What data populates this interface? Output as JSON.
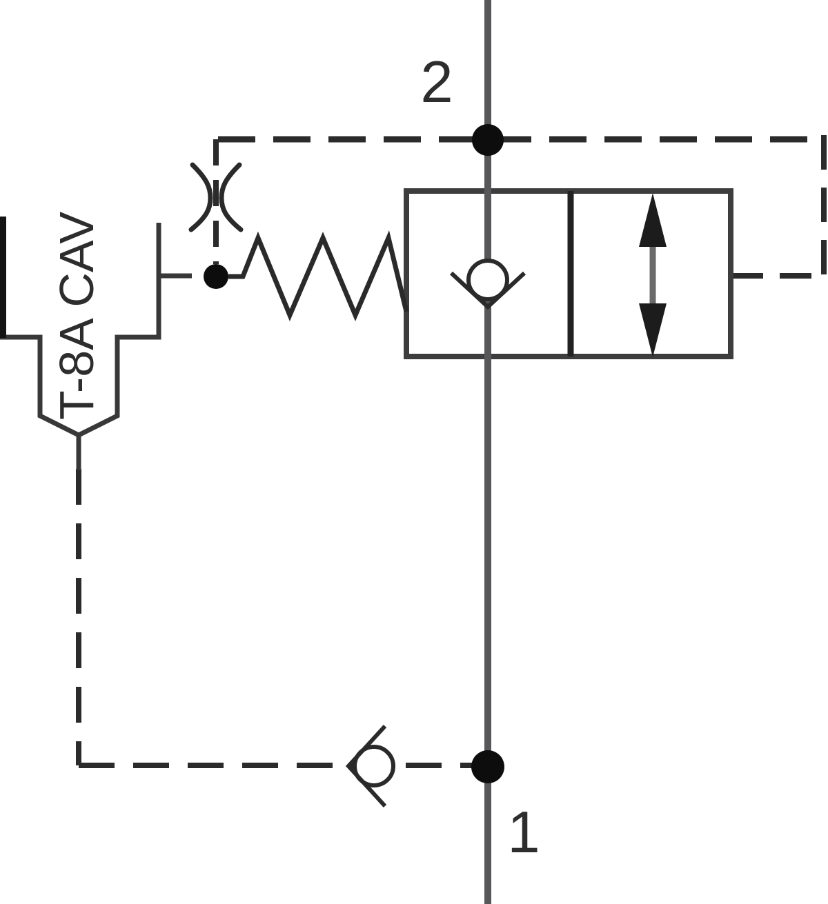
{
  "diagram": {
    "type": "hydraulic-cartridge-valve-schematic",
    "labels": {
      "port_top": "2",
      "port_bottom": "1",
      "cavity": "T-8A CAV"
    },
    "colors": {
      "background": "#ffffff",
      "flow_line": "#57575a",
      "pilot_dash": "#2b2b2b",
      "box_stroke": "#3d3d3d",
      "divider_stroke": "#222222",
      "symbol_stroke": "#2a2a2a",
      "cavity_stroke": "#383838",
      "cavity_bar_fill": "#141414",
      "arrow_fill": "#1c1c1c",
      "arrow_shaft": "#6a6a6a",
      "junction_dot": "#0d0d0d",
      "text": "#2d2d2d",
      "symbol_fill": "#ffffff"
    },
    "symbols": [
      "port-2-junction",
      "dashed-pilot-line",
      "fixed-orifice",
      "spring",
      "two-position-valve-envelope",
      "seated-check-valve-element",
      "bidirectional-flow-arrow",
      "t-8a-cavity-outline",
      "pilot-check-valve",
      "port-1-junction"
    ]
  }
}
